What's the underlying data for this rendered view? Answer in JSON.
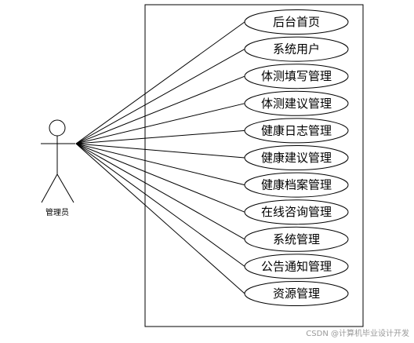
{
  "actor": {
    "label": "管理员"
  },
  "use_cases": [
    {
      "label": "后台首页"
    },
    {
      "label": "系统用户"
    },
    {
      "label": "体测填写管理"
    },
    {
      "label": "体测建议管理"
    },
    {
      "label": "健康日志管理"
    },
    {
      "label": "健康建议管理"
    },
    {
      "label": "健康档案管理"
    },
    {
      "label": "在线咨询管理"
    },
    {
      "label": "系统管理"
    },
    {
      "label": "公告通知管理"
    },
    {
      "label": "资源管理"
    }
  ],
  "watermark": "CSDN @计算机毕业设计开发",
  "colors": {
    "stroke": "#000000",
    "background": "#ffffff",
    "watermark": "#9a9a9a"
  }
}
